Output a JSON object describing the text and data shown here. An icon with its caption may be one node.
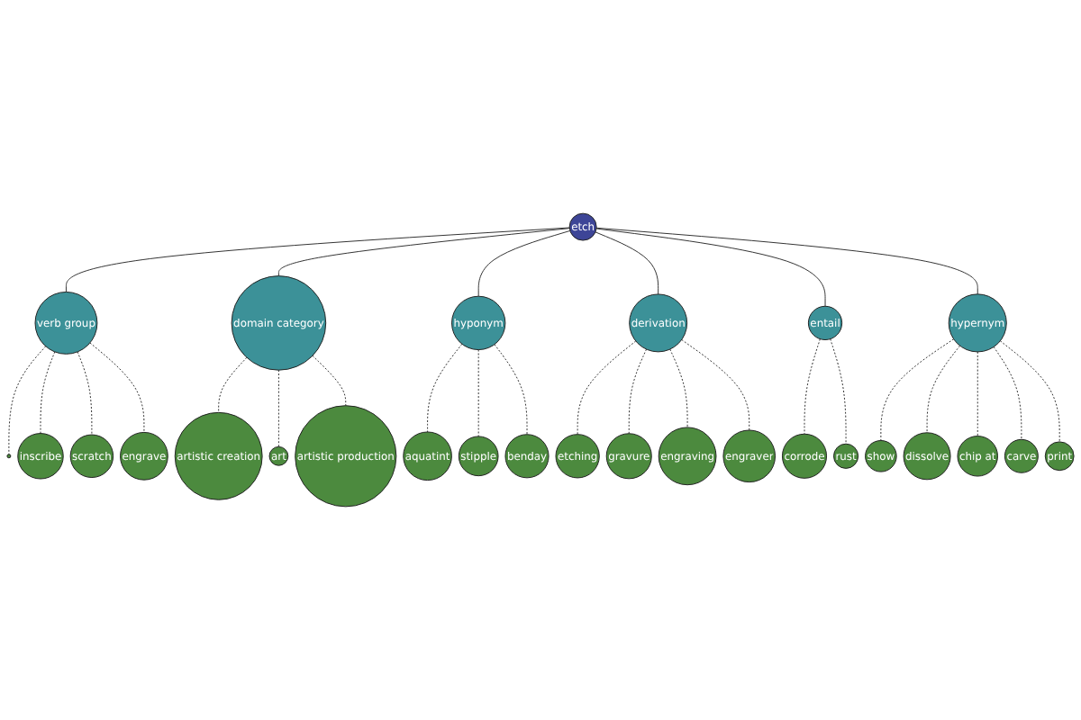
{
  "diagram": {
    "nodes": [
      {
        "text": [
          "etch"
        ]
      },
      {
        "text": [
          "verb group"
        ]
      },
      {
        "text": [
          "domain category"
        ]
      },
      {
        "text": [
          "hyponym"
        ]
      },
      {
        "text": [
          "derivation"
        ]
      },
      {
        "text": [
          "entail"
        ]
      },
      {
        "text": [
          "hypernym"
        ]
      },
      {
        "text": [],
        "shape": "circle"
      },
      {
        "text": [
          "inscribe"
        ]
      },
      {
        "text": [
          "scratch"
        ]
      },
      {
        "text": [
          "engrave"
        ]
      },
      {
        "text": [
          "artistic creation"
        ]
      },
      {
        "text": [
          "art"
        ]
      },
      {
        "text": [
          "artistic production"
        ]
      },
      {
        "text": [
          "aquatint"
        ]
      },
      {
        "text": [
          "stipple"
        ]
      },
      {
        "text": [
          "benday"
        ]
      },
      {
        "text": [
          "etching"
        ]
      },
      {
        "text": [
          "gravure"
        ]
      },
      {
        "text": [
          "engraving"
        ]
      },
      {
        "text": [
          "engraver"
        ]
      },
      {
        "text": [
          "corrode"
        ]
      },
      {
        "text": [
          "rust"
        ]
      },
      {
        "text": [
          "show"
        ]
      },
      {
        "text": [
          "dissolve"
        ]
      },
      {
        "text": [
          "chip at"
        ]
      },
      {
        "text": [
          "carve"
        ]
      },
      {
        "text": [
          "print"
        ]
      }
    ],
    "edges": [
      {
        "from": 0,
        "to": 1,
        "arrow": "none"
      },
      {
        "from": 0,
        "to": 2,
        "arrow": "none"
      },
      {
        "from": 0,
        "to": 3,
        "arrow": "none"
      },
      {
        "from": 0,
        "to": 4,
        "arrow": "none"
      },
      {
        "from": 0,
        "to": 5,
        "arrow": "none"
      },
      {
        "from": 0,
        "to": 6,
        "arrow": "none"
      },
      {
        "from": 1,
        "to": 7,
        "arrow": "none",
        "style": "dashed"
      },
      {
        "from": 1,
        "to": 8,
        "arrow": "none",
        "style": "dashed"
      },
      {
        "from": 1,
        "to": 9,
        "arrow": "none",
        "style": "dashed"
      },
      {
        "from": 1,
        "to": 10,
        "arrow": "none",
        "style": "dashed"
      },
      {
        "from": 2,
        "to": 11,
        "arrow": "none",
        "style": "dashed"
      },
      {
        "from": 2,
        "to": 12,
        "arrow": "none",
        "style": "dashed"
      },
      {
        "from": 2,
        "to": 13,
        "arrow": "none",
        "style": "dashed"
      },
      {
        "from": 3,
        "to": 14,
        "arrow": "none",
        "style": "dashed"
      },
      {
        "from": 3,
        "to": 15,
        "arrow": "none",
        "style": "dashed"
      },
      {
        "from": 3,
        "to": 16,
        "arrow": "none",
        "style": "dashed"
      },
      {
        "from": 4,
        "to": 17,
        "arrow": "none",
        "style": "dashed"
      },
      {
        "from": 4,
        "to": 18,
        "arrow": "none",
        "style": "dashed"
      },
      {
        "from": 4,
        "to": 19,
        "arrow": "none",
        "style": "dashed"
      },
      {
        "from": 4,
        "to": 20,
        "arrow": "none",
        "style": "dashed"
      },
      {
        "from": 5,
        "to": 21,
        "arrow": "none",
        "style": "dashed"
      },
      {
        "from": 5,
        "to": 22,
        "arrow": "none",
        "style": "dashed"
      },
      {
        "from": 6,
        "to": 23,
        "arrow": "none",
        "style": "dashed"
      },
      {
        "from": 6,
        "to": 24,
        "arrow": "none",
        "style": "dashed"
      },
      {
        "from": 6,
        "to": 25,
        "arrow": "none",
        "style": "dashed"
      },
      {
        "from": 6,
        "to": 26,
        "arrow": "none",
        "style": "dashed"
      },
      {
        "from": 6,
        "to": 27,
        "arrow": "none",
        "style": "dashed"
      }
    ]
  }
}
